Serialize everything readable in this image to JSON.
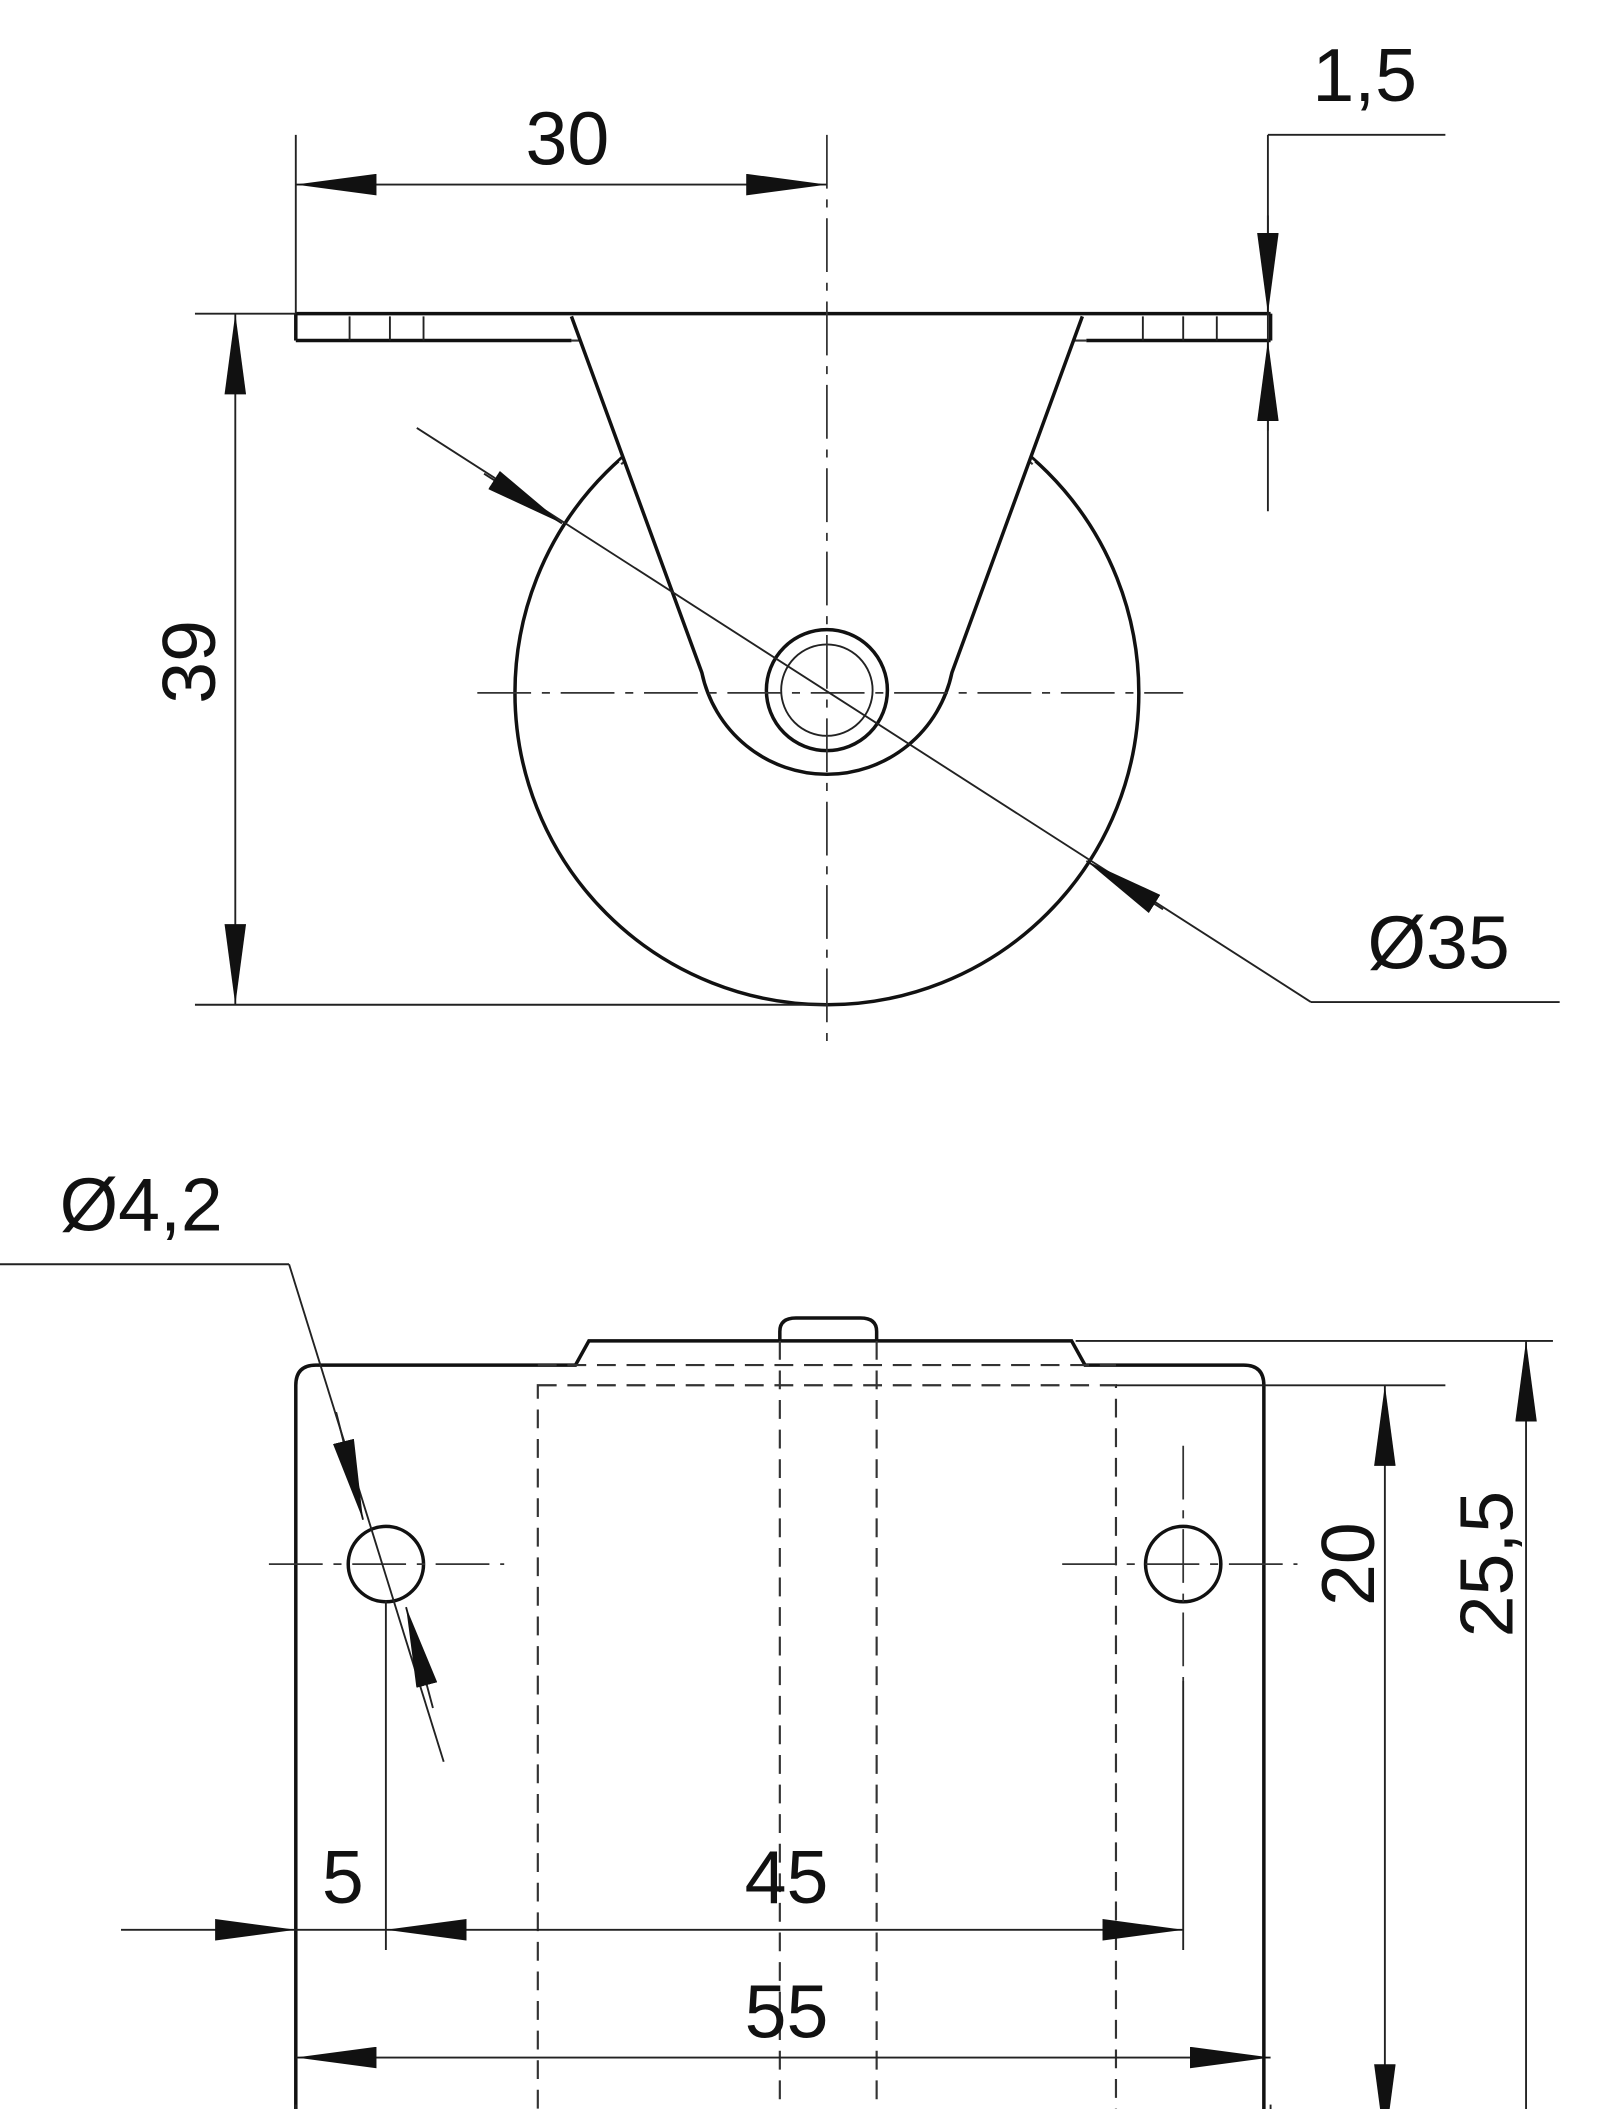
{
  "title": "Fixed castor technical drawing",
  "dimensions": {
    "plate_offset": "30",
    "plate_thickness": "1,5",
    "height": "39",
    "wheel_diameter": "Ø35",
    "hole_diameter": "Ø4,2",
    "hole_edge_distance": "5",
    "hole_spacing": "45",
    "plate_length": "55",
    "inner_width": "20",
    "plate_width": "25,5"
  },
  "colors": {
    "line": "#111111",
    "background": "#ffffff"
  }
}
